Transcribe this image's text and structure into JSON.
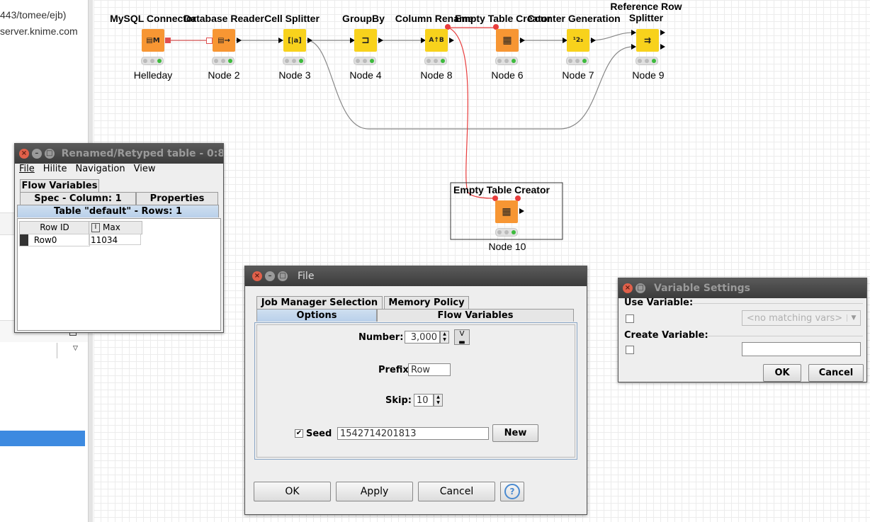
{
  "left_panel": {
    "url_line1": "443/tomee/ejb)",
    "url_line2": "server.knime.com"
  },
  "nodes": [
    {
      "title": "MySQL Connector",
      "label": "Helleday",
      "color": "#f79633",
      "icon": "database-connector-icon"
    },
    {
      "title": "Database Reader",
      "label": "Node 2",
      "color": "#f79633",
      "icon": "database-reader-icon"
    },
    {
      "title": "Cell Splitter",
      "label": "Node 3",
      "color": "#f8d21c",
      "icon": "cell-splitter-icon"
    },
    {
      "title": "GroupBy",
      "label": "Node 4",
      "color": "#f8d21c",
      "icon": "groupby-icon"
    },
    {
      "title": "Column Rename",
      "label": "Node 8",
      "color": "#f8d21c",
      "icon": "column-rename-icon"
    },
    {
      "title": "Empty Table Creator",
      "label": "Node 6",
      "color": "#f79633",
      "icon": "table-creator-icon"
    },
    {
      "title": "Counter Generation",
      "label": "Node 7",
      "color": "#f8d21c",
      "icon": "counter-icon"
    },
    {
      "title": "Reference Row Splitter",
      "label": "Node 9",
      "color": "#f8d21c",
      "icon": "row-splitter-icon"
    },
    {
      "title": "Empty Table Creator",
      "label": "Node 10",
      "color": "#f79633",
      "icon": "table-creator-icon"
    }
  ],
  "table_window": {
    "title": "Renamed/Retyped table - 0:8",
    "menu": [
      "File",
      "Hilite",
      "Navigation",
      "View"
    ],
    "tabs": {
      "flow_variables": "Flow Variables",
      "spec": "Spec - Column: 1",
      "properties": "Properties",
      "table": "Table \"default\" - Rows: 1"
    },
    "columns": {
      "row_id": "Row ID",
      "max": "Max",
      "max_type": "I"
    },
    "rows": [
      {
        "id": "Row0",
        "max": "11034"
      }
    ]
  },
  "file_dialog": {
    "title": "File",
    "tabs": {
      "job_manager": "Job Manager Selection",
      "memory": "Memory Policy",
      "options": "Options",
      "flow_variables": "Flow Variables"
    },
    "number_label": "Number:",
    "number_value": "3,000",
    "prefix_label": "Prefix",
    "prefix_value": "Row",
    "skip_label": "Skip:",
    "skip_value": "10",
    "seed_label": "Seed",
    "seed_value": "1542714201813",
    "seed_checked": true,
    "new_button": "New",
    "ok": "OK",
    "apply": "Apply",
    "cancel": "Cancel",
    "help": "?"
  },
  "variable_dialog": {
    "title": "Variable Settings",
    "use_variable": "Use Variable:",
    "no_vars": "<no matching vars>",
    "create_variable": "Create Variable:",
    "ok": "OK",
    "cancel": "Cancel"
  }
}
